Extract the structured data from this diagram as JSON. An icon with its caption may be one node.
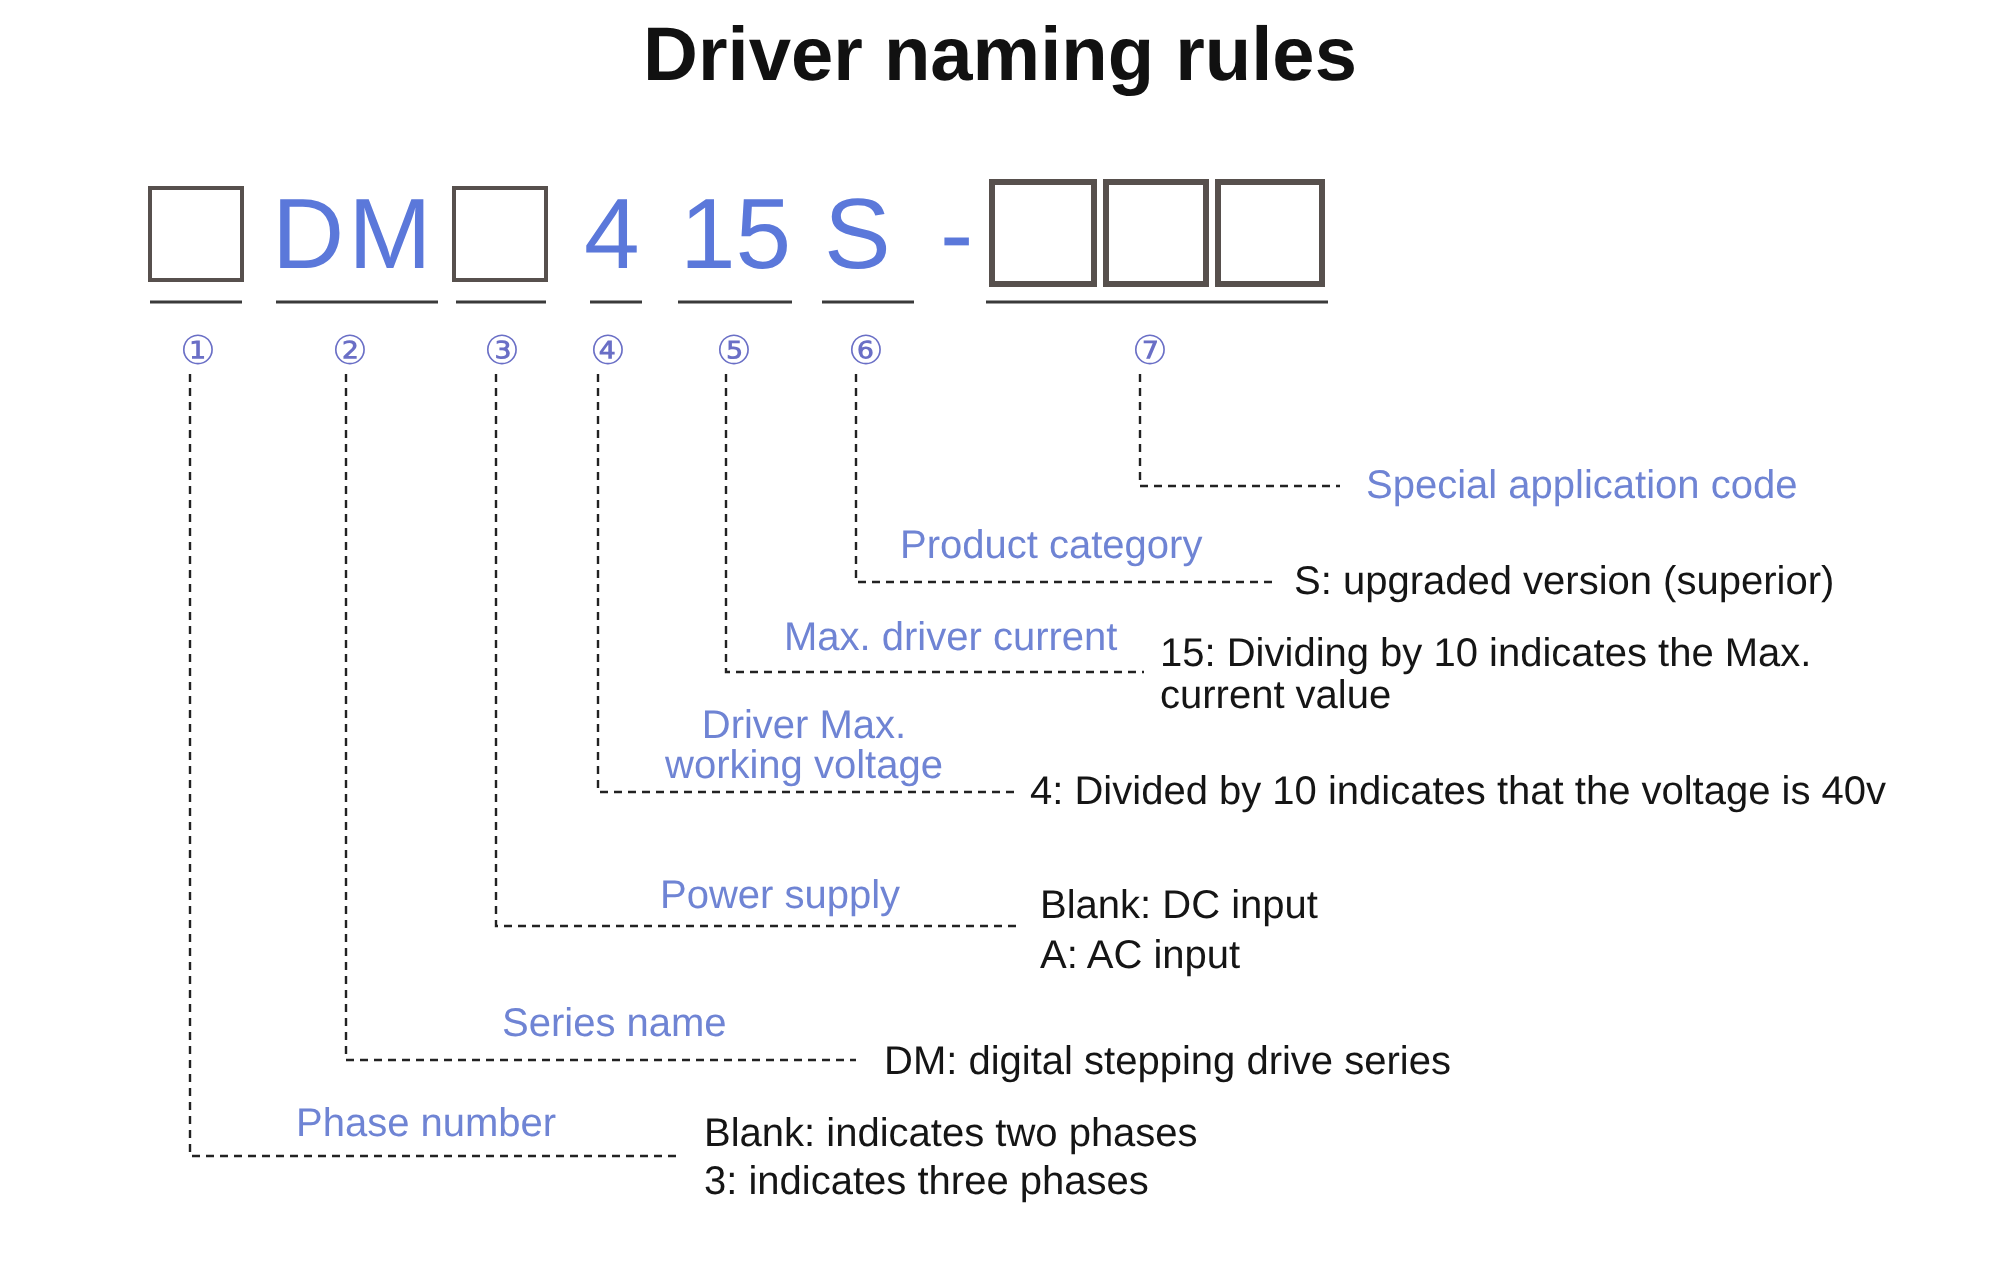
{
  "diagram": {
    "title": "Driver naming rules",
    "nodes": [
      {
        "text": [
          "①"
        ]
      },
      {
        "text": [
          "②"
        ]
      },
      {
        "text": [
          "③"
        ]
      },
      {
        "text": [
          "④"
        ]
      },
      {
        "text": [
          "⑤"
        ]
      },
      {
        "text": [
          "⑥"
        ]
      },
      {
        "text": [
          "⑦"
        ]
      },
      {
        "text": [
          "Special application code"
        ]
      },
      {
        "text": [
          "S: upgraded version (superior)"
        ]
      },
      {
        "text": [
          "15: Dividing by 10 indicates the Max. current value"
        ]
      },
      {
        "text": [
          "4: Divided by 10 indicates that the voltage is 40v"
        ]
      },
      {
        "text": [
          "Blank: DC input",
          "A: AC input"
        ]
      },
      {
        "text": [
          "DM: digital stepping drive series"
        ]
      },
      {
        "text": [
          "Blank: indicates two phases",
          "3: indicates three phases"
        ]
      }
    ],
    "edges": [
      {
        "from": 0,
        "to": 13,
        "arrow": "none",
        "label": "Phase number",
        "style": "dashed"
      },
      {
        "from": 1,
        "to": 12,
        "arrow": "none",
        "label": "Series name",
        "style": "dashed"
      },
      {
        "from": 2,
        "to": 11,
        "arrow": "none",
        "label": "Power supply",
        "style": "dashed"
      },
      {
        "from": 3,
        "to": 10,
        "arrow": "none",
        "label": "Driver Max. working voltage",
        "style": "dashed"
      },
      {
        "from": 4,
        "to": 9,
        "arrow": "none",
        "label": "Max. driver current",
        "style": "dashed"
      },
      {
        "from": 5,
        "to": 8,
        "arrow": "none",
        "label": "Product category",
        "style": "dashed"
      },
      {
        "from": 6,
        "to": 7,
        "arrow": "none",
        "style": "dashed"
      }
    ],
    "labels": [
      "DM",
      "4",
      "15",
      "S",
      "-"
    ]
  }
}
